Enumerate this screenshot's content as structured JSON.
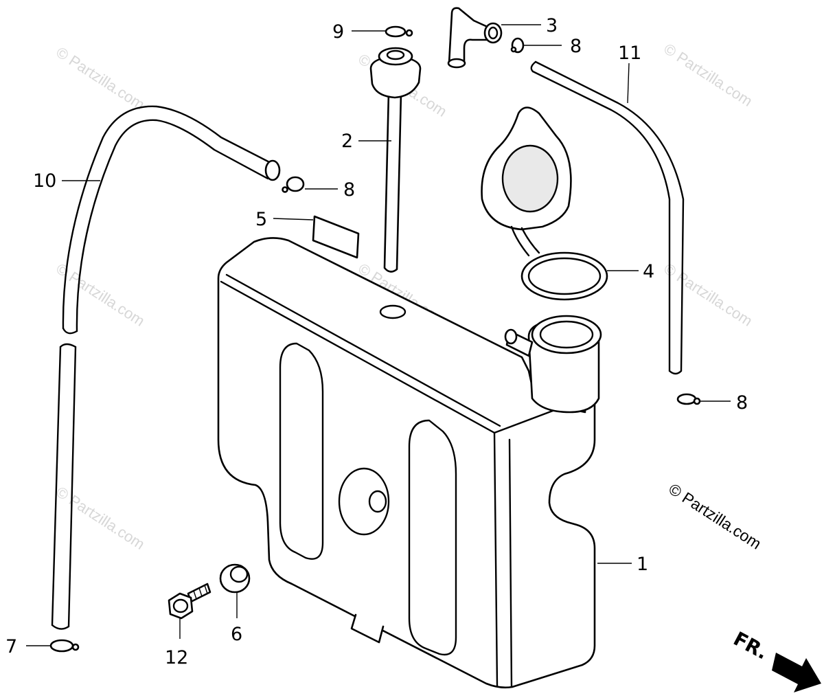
{
  "watermark": "© Partzilla.com",
  "copyright": "© Partzilla.com",
  "direction": "FR.",
  "callouts": [
    {
      "id": "1",
      "label": "1"
    },
    {
      "id": "2",
      "label": "2"
    },
    {
      "id": "3",
      "label": "3"
    },
    {
      "id": "4",
      "label": "4"
    },
    {
      "id": "5",
      "label": "5"
    },
    {
      "id": "6",
      "label": "6"
    },
    {
      "id": "7",
      "label": "7"
    },
    {
      "id": "8a",
      "label": "8"
    },
    {
      "id": "8b",
      "label": "8"
    },
    {
      "id": "8c",
      "label": "8"
    },
    {
      "id": "9",
      "label": "9"
    },
    {
      "id": "10",
      "label": "10"
    },
    {
      "id": "11",
      "label": "11"
    },
    {
      "id": "12",
      "label": "12"
    }
  ]
}
